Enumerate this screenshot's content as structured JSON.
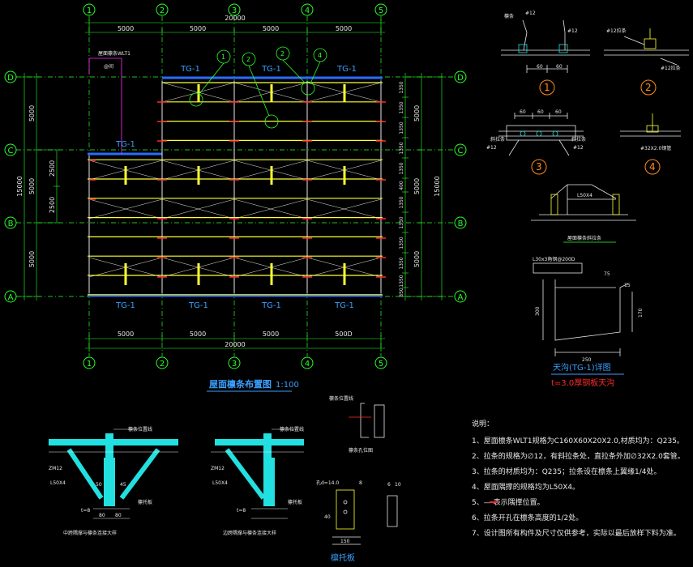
{
  "plan": {
    "title": "屋面檩条布置图",
    "scale": "1:100",
    "col_axes": [
      "1",
      "2",
      "3",
      "4",
      "5"
    ],
    "row_axes": [
      "D",
      "C",
      "B",
      "A"
    ],
    "top_total": "20000",
    "bottom_total": "20000",
    "top_spans": [
      "5000",
      "5000",
      "5000",
      "5000"
    ],
    "bottom_spans": [
      "5000",
      "5000",
      "5000",
      "500D"
    ],
    "left_dims": [
      "5000",
      "2500",
      "2500",
      "5000"
    ],
    "left_total": "15000",
    "right_dims": [
      "1350",
      "1350",
      "1350",
      "1350",
      "1350",
      "400",
      "1350",
      "1350",
      "1350",
      "1350",
      "1350",
      "850"
    ],
    "right_mid": [
      "5000",
      "5000",
      "5000"
    ],
    "right_total": "15000",
    "gutter_top": [
      "TG-1",
      "TG-1",
      "TG-1"
    ],
    "gutter_bottom": [
      "TG-1",
      "TG-1",
      "TG-1",
      "TG-1"
    ],
    "gutter_left": "TG-1",
    "callouts": [
      "1",
      "2",
      "2",
      "4"
    ],
    "note_purlin": "屋面檩条WLT1",
    "note_sub": "@间"
  },
  "details": {
    "d1": {
      "mark": "1",
      "dims": [
        "60",
        "60"
      ],
      "labels": [
        "檩条",
        "#12",
        "#12"
      ]
    },
    "d2": {
      "mark": "2",
      "labels": [
        "#12拉条",
        "#12拉条"
      ]
    },
    "d3": {
      "mark": "3",
      "dims": [
        "60",
        "60",
        "60"
      ],
      "labels": [
        "斜拉条",
        "#12",
        "斜拉条",
        "#12"
      ]
    },
    "d4": {
      "mark": "4",
      "labels": [
        "#32X2.0钢管"
      ]
    },
    "brace_title": "屋面檩条斜拉条",
    "brace_angle": "L50X4",
    "gutter": {
      "title": "天沟(TG-1)详图",
      "subtitle": "t=3.0厚钢板天沟",
      "label": "L30x3角钢@200D",
      "dims": [
        "75",
        "300",
        "170",
        "250",
        "15"
      ]
    }
  },
  "bottom": {
    "detail_a": "中跨隅撑与檩条连接大样",
    "detail_b": "边跨隅撑与檩条连接大样",
    "detail_c": "檩条孔位图",
    "detail_d": "檩托板",
    "labels": [
      "檩条位置线",
      "ZM12",
      "L50X4",
      "檩托板",
      "t=8",
      "80",
      "80",
      "50",
      "45"
    ],
    "plate_dims": [
      "孔d=14.0",
      "8",
      "150",
      "6",
      "10",
      "40"
    ]
  },
  "notes": {
    "heading": "说明：",
    "items": [
      "1、屋面檩条WLT1规格为C160X60X20X2.0,材质均为：Q235。",
      "2、拉条的规格为∅12，有斜拉条处，直拉条外加∅32X2.0套管。",
      "3、拉条的材质均为：Q235；拉条设在檩条上翼缘1/4处。",
      "4、屋面隅撑的规格均为L50X4。",
      "5、— 表示隅撑位置。",
      "6、拉条开孔在檩条高度的1/2处。",
      "7、设计图所有构件及尺寸仅供参考，实际以最后放样下料为准。"
    ]
  },
  "colors": {
    "yellow": "#ffff33",
    "green": "#2aff2a",
    "red": "#ff2a2a",
    "blue": "#2d6bff",
    "cyan": "#22e0e0",
    "magenta": "#ff2aff",
    "orange": "#ff8c1a"
  }
}
